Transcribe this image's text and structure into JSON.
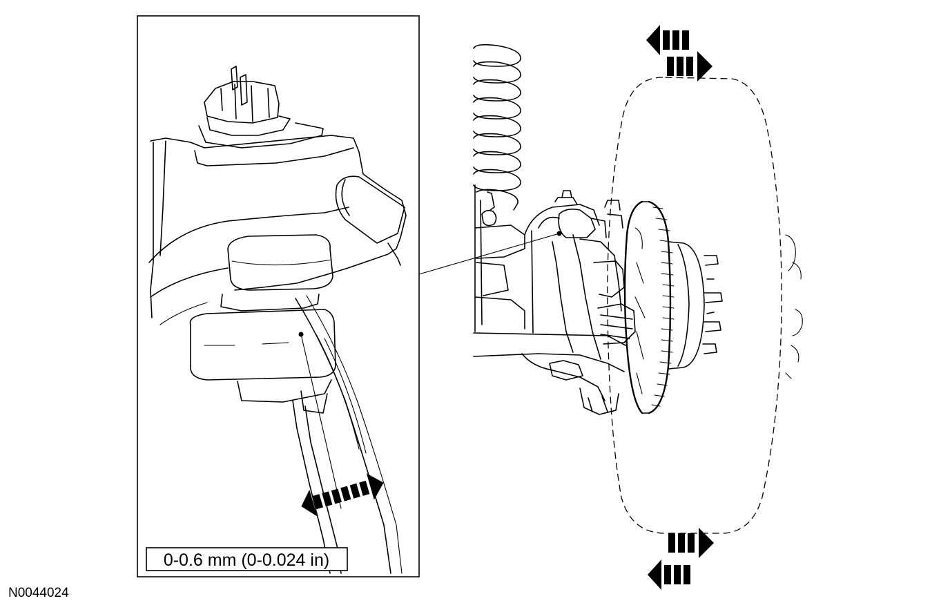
{
  "figure": {
    "id_code": "N0044024"
  },
  "detail_inset": {
    "measurement_label": "0-0.6 mm (0-0.024 in)"
  },
  "icons": {
    "detail_arrow": "double-arrow-left-right",
    "tire_top_arrows": "double-arrow-left-right",
    "tire_bottom_arrows": "double-arrow-left-right"
  }
}
